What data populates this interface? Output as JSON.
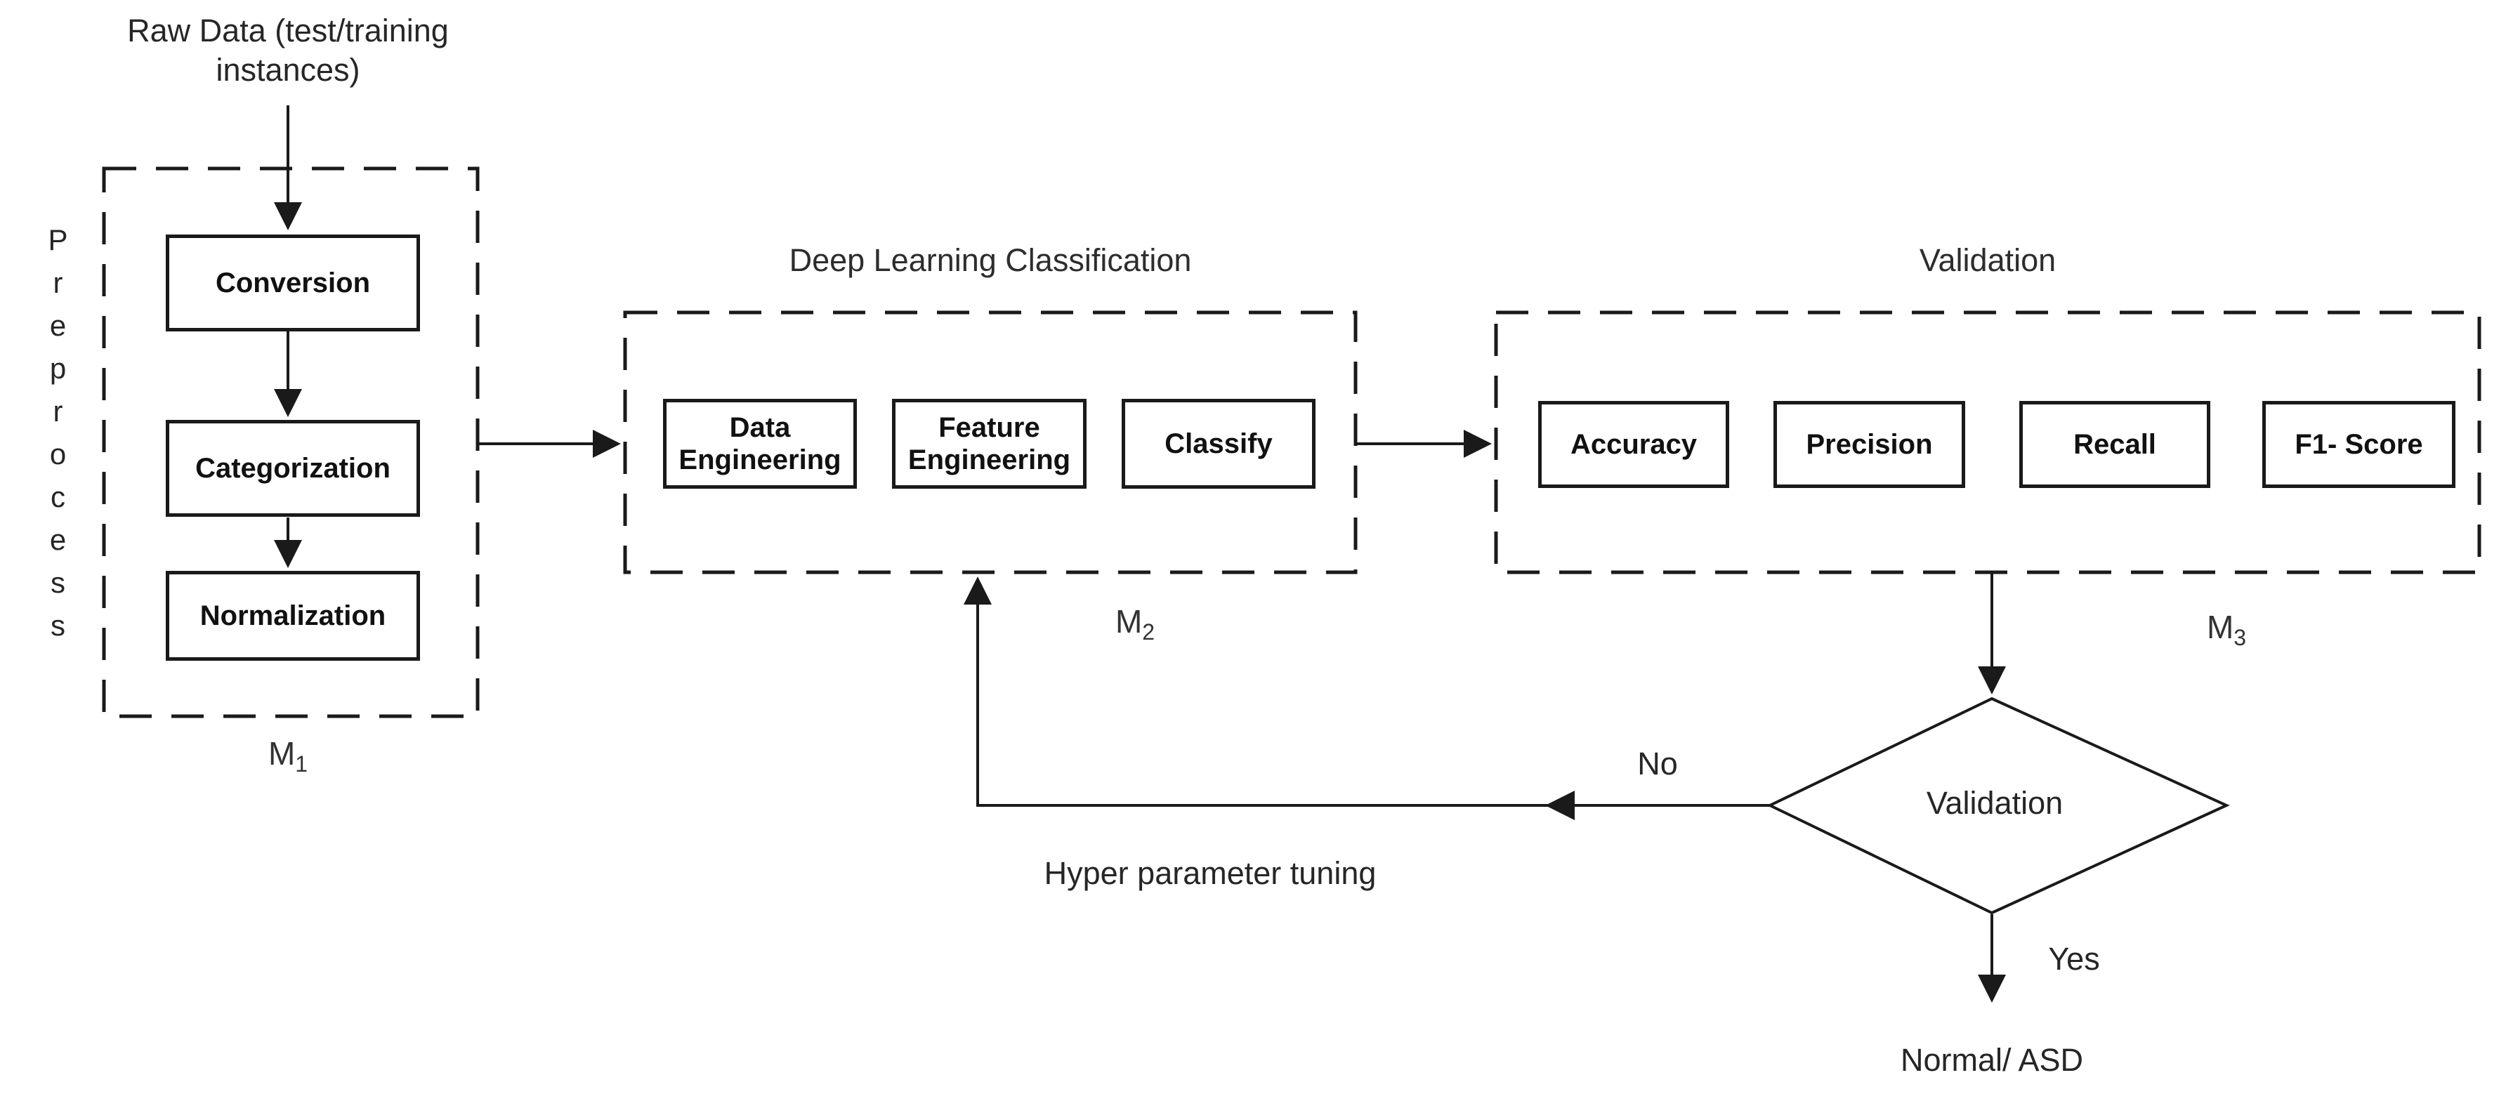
{
  "diagram": {
    "raw_data_label": "Raw Data (test/training instances)",
    "preprocess": {
      "side_label": "Preprocess",
      "steps": [
        "Conversion",
        "Categorization",
        "Normalization"
      ],
      "module_letter": "M",
      "module_sub": "1"
    },
    "deep_learning": {
      "title": "Deep Learning Classification",
      "steps": [
        "Data Engineering",
        "Feature Engineering",
        "Classify"
      ],
      "module_letter": "M",
      "module_sub": "2"
    },
    "validation": {
      "title": "Validation",
      "steps": [
        "Accuracy",
        "Precision",
        "Recall",
        "F1- Score"
      ],
      "module_letter": "M",
      "module_sub": "3"
    },
    "decision": {
      "label": "Validation",
      "no_label": "No",
      "yes_label": "Yes"
    },
    "feedback_label": "Hyper parameter tuning",
    "output_label": "Normal/ ASD",
    "colors": {
      "line": "#1a1a1a",
      "text": "#262626",
      "background": "#ffffff"
    }
  }
}
